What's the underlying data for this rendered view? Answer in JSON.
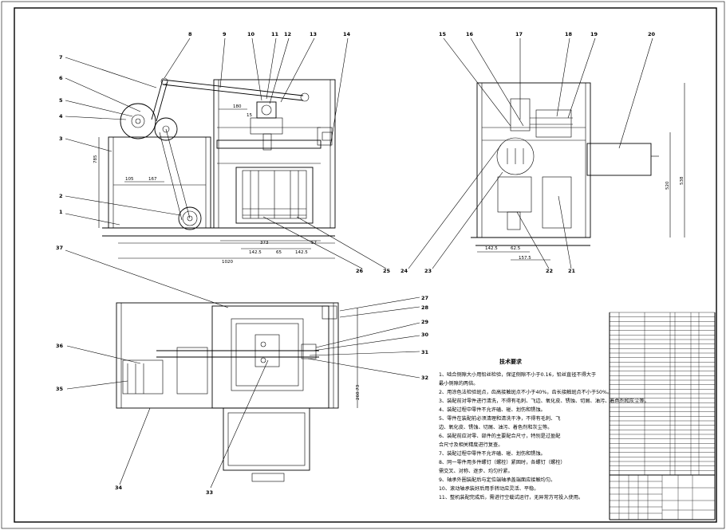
{
  "balloons": {
    "b1": "1",
    "b2": "2",
    "b3": "3",
    "b4": "4",
    "b5": "5",
    "b6": "6",
    "b7": "7",
    "b8": "8",
    "b9": "9",
    "b10": "10",
    "b11": "11",
    "b12": "12",
    "b13": "13",
    "b14": "14",
    "b15": "15",
    "b16": "16",
    "b17": "17",
    "b18": "18",
    "b19": "19",
    "b20": "20",
    "b21": "21",
    "b22": "22",
    "b23": "23",
    "b24": "24",
    "b25": "25",
    "b26": "26",
    "b27": "27",
    "b28": "28",
    "b29": "29",
    "b30": "30",
    "b31": "31",
    "b32": "32",
    "b33": "33",
    "b34": "34",
    "b35": "35",
    "b36": "36",
    "b37": "37"
  },
  "dimensions": {
    "d1020": "1020",
    "d373": "373",
    "d142_5a": "142.5",
    "d65": "65",
    "d142_5b": "142.5",
    "d57": "57",
    "d105": "105",
    "d167": "167",
    "d785": "785",
    "d180": "180",
    "d15": "15",
    "d142_5c": "142.5",
    "d62_5": "62.5",
    "d157_5": "157.5",
    "d520": "520",
    "d538": "538",
    "d260_73": "260.73"
  },
  "tech_requirements": {
    "title": "技术要求",
    "lines": [
      "1、啮合侧隙大小用铅丝检验，保证侧隙不小于0.16，铅丝直径不得大于",
      "最小侧隙的两倍。",
      "2、用涂色法检验斑点，齿高接触斑点不小于40%，齿长接触斑点不小于50%。",
      "3、装配前对零件进行清洗，不得有毛刺、飞边、氧化皮、锈蚀、切屑、油污、着色剂和灰尘等。",
      "4、装配过程中零件不允许磕、碰、划伤和锈蚀。",
      "5、零件在装配前必须清理和清洗干净，不得有毛刺、飞",
      "边、氧化皮、锈蚀、切屑、油污、着色剂和灰尘等。",
      "6、装配前应对零、部件的主要配合尺寸，特别是过盈配",
      "合尺寸及相关精度进行复查。",
      "7、装配过程中零件不允许磕、碰、划伤和锈蚀。",
      "8、同一零件用多件螺钉（螺栓）紧固时，各螺钉（螺栓）",
      "需交叉、对称、逐步、均匀拧紧。",
      "9、轴承外圈装配后与定位端轴承盖端面应接触均匀。",
      "10、滚动轴承装好后用手转动应灵活、平稳。",
      "11、整机装配完成后，需进行空载试运行，无异常方可投入使用。"
    ]
  }
}
